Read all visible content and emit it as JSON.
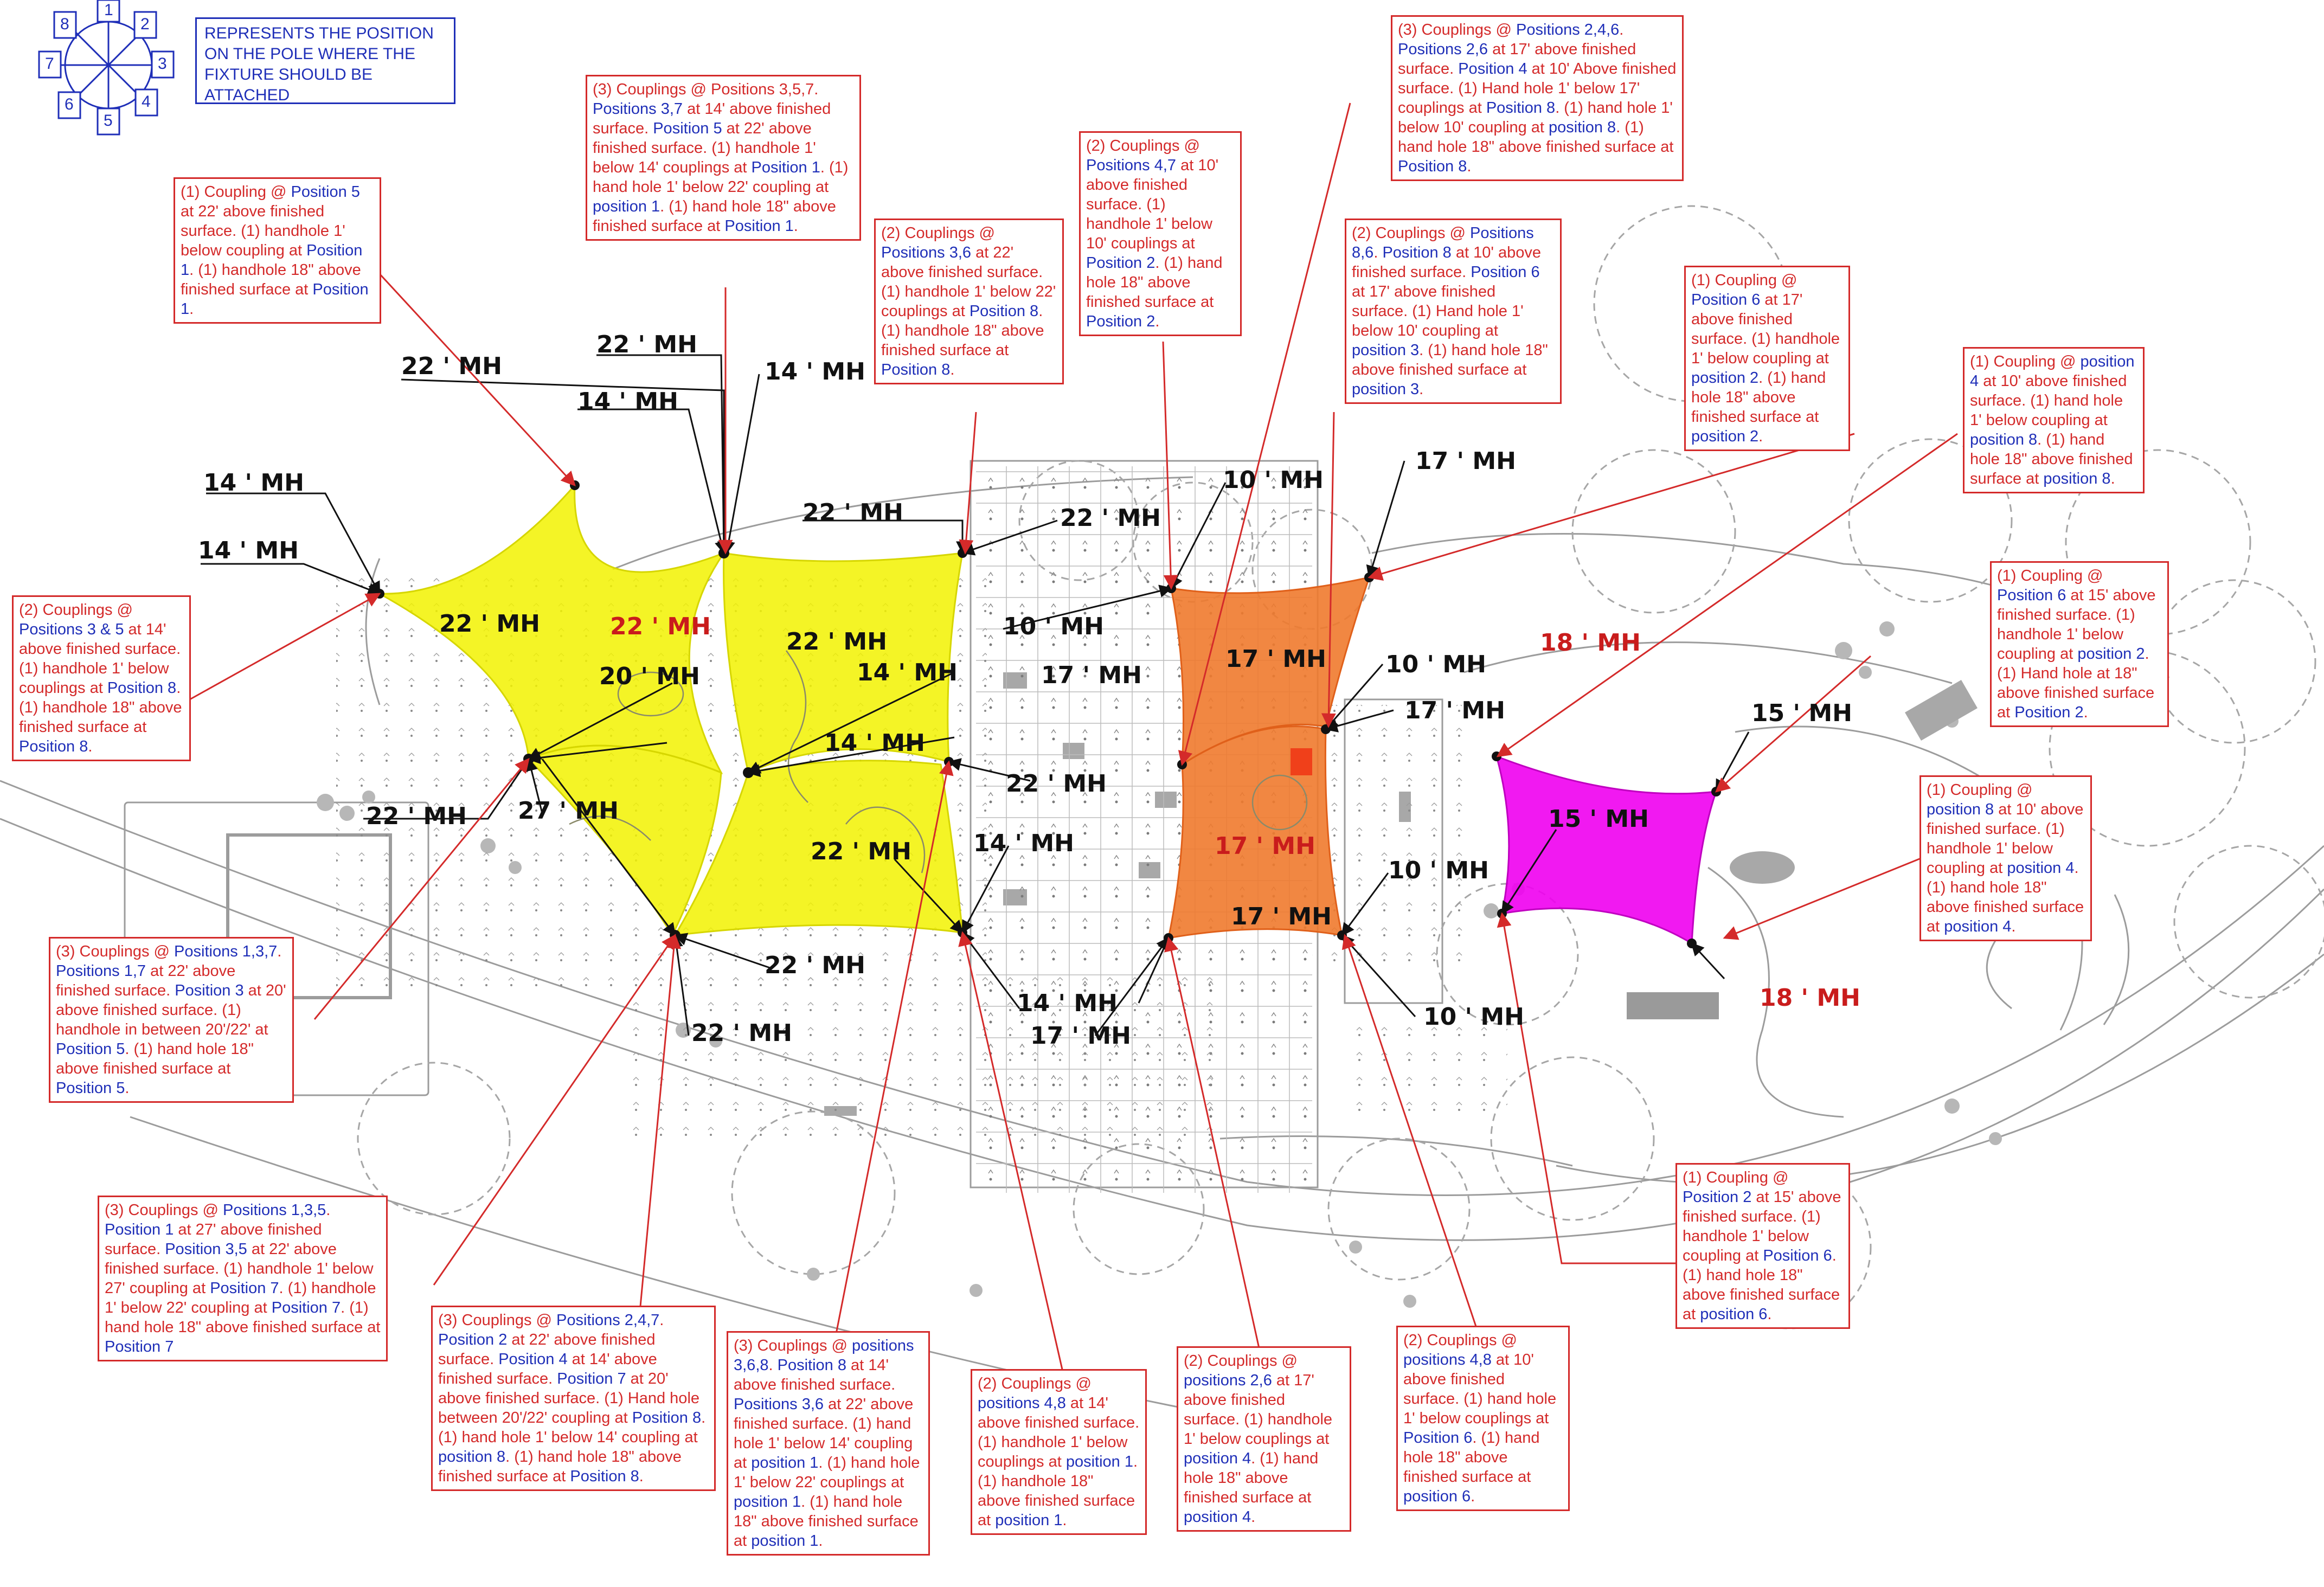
{
  "legend": {
    "text": "REPRESENTS THE POSITION ON THE POLE WHERE THE FIXTURE SHOULD BE ATTACHED",
    "positions": [
      "1",
      "2",
      "3",
      "4",
      "5",
      "6",
      "7",
      "8"
    ]
  },
  "colors": {
    "yellow_zone": "#f2f200",
    "orange_zone": "#f07a2e",
    "magenta_zone": "#f000f0",
    "note_red": "#d42a2a",
    "note_blue": "#1f2fb8"
  },
  "mh_labels": [
    {
      "text": "22 ' MH",
      "red": false
    },
    {
      "text": "22 ' MH",
      "red": false
    },
    {
      "text": "14 ' MH",
      "red": false
    },
    {
      "text": "14 ' MH",
      "red": false
    },
    {
      "text": "14 ' MH",
      "red": false
    },
    {
      "text": "14 ' MH",
      "red": false
    },
    {
      "text": "22 ' MH",
      "red": false
    },
    {
      "text": "22 ' MH",
      "red": true
    },
    {
      "text": "20 ' MH",
      "red": false
    },
    {
      "text": "22 ' MH",
      "red": false
    },
    {
      "text": "22 ' MH",
      "red": false
    },
    {
      "text": "14 ' MH",
      "red": false
    },
    {
      "text": "14 ' MH",
      "red": false
    },
    {
      "text": "22 ' MH",
      "red": false
    },
    {
      "text": "22 ' MH",
      "red": false
    },
    {
      "text": "27 ' MH",
      "red": false
    },
    {
      "text": "22 ' MH",
      "red": false
    },
    {
      "text": "22 ' MH",
      "red": false
    },
    {
      "text": "22 ' MH",
      "red": false
    },
    {
      "text": "22 ' MH",
      "red": false
    },
    {
      "text": "10 ' MH",
      "red": false
    },
    {
      "text": "17 ' MH",
      "red": false
    },
    {
      "text": "14 ' MH",
      "red": false
    },
    {
      "text": "14 ' MH",
      "red": false
    },
    {
      "text": "17 ' MH",
      "red": false
    },
    {
      "text": "10 ' MH",
      "red": false
    },
    {
      "text": "17 ' MH",
      "red": false
    },
    {
      "text": "17 ' MH",
      "red": false
    },
    {
      "text": "10 ' MH",
      "red": false
    },
    {
      "text": "17 ' MH",
      "red": false
    },
    {
      "text": "17 ' MH",
      "red": true
    },
    {
      "text": "17 ' MH",
      "red": false
    },
    {
      "text": "10 ' MH",
      "red": false
    },
    {
      "text": "10 ' MH",
      "red": false
    },
    {
      "text": "18 ' MH",
      "red": true
    },
    {
      "text": "15 ' MH",
      "red": false
    },
    {
      "text": "15 ' MH",
      "red": false
    },
    {
      "text": "18 ' MH",
      "red": true
    }
  ],
  "notes": [
    [
      {
        "t": "(1) Coupling @ ",
        "c": "r"
      },
      {
        "t": "Position 5",
        "c": "b"
      },
      {
        "t": " at 22' above finished surface. (1) handhole 1' below coupling at ",
        "c": "r"
      },
      {
        "t": "Position 1",
        "c": "b"
      },
      {
        "t": ". (1) handhole 18\" above finished surface at ",
        "c": "r"
      },
      {
        "t": "Position 1",
        "c": "b"
      },
      {
        "t": ".",
        "c": "r"
      }
    ],
    [
      {
        "t": "(3) Couplings @ Positions 3,5,7. ",
        "c": "r"
      },
      {
        "t": "Positions 3,7",
        "c": "b"
      },
      {
        "t": " at 14' above finished surface. ",
        "c": "r"
      },
      {
        "t": "Position 5",
        "c": "b"
      },
      {
        "t": " at 22' above finished surface. (1) handhole 1' below 14' couplings at ",
        "c": "r"
      },
      {
        "t": "Position 1",
        "c": "b"
      },
      {
        "t": ". (1) hand hole 1' below 22' coupling at ",
        "c": "r"
      },
      {
        "t": "position 1",
        "c": "b"
      },
      {
        "t": ". (1) hand hole 18\" above finished surface at ",
        "c": "r"
      },
      {
        "t": "Position 1",
        "c": "b"
      },
      {
        "t": ".",
        "c": "r"
      }
    ],
    [
      {
        "t": "(2) Couplings @ ",
        "c": "r"
      },
      {
        "t": "Positions 3,6",
        "c": "b"
      },
      {
        "t": " at 22' above finished surface. (1) handhole 1' below 22' couplings at ",
        "c": "r"
      },
      {
        "t": "Position 8",
        "c": "b"
      },
      {
        "t": ". (1) handhole 18\" above finished surface at ",
        "c": "r"
      },
      {
        "t": "Position 8",
        "c": "b"
      },
      {
        "t": ".",
        "c": "r"
      }
    ],
    [
      {
        "t": "(2) Couplings @ ",
        "c": "r"
      },
      {
        "t": "Positions 4,7",
        "c": "b"
      },
      {
        "t": " at 10' above finished surface. (1) handhole 1' below 10' couplings at ",
        "c": "r"
      },
      {
        "t": "Position 2",
        "c": "b"
      },
      {
        "t": ". (1) hand hole 18\" above finished surface at ",
        "c": "r"
      },
      {
        "t": "Position 2",
        "c": "b"
      },
      {
        "t": ".",
        "c": "r"
      }
    ],
    [
      {
        "t": "(3) Couplings @ ",
        "c": "r"
      },
      {
        "t": "Positions 2,4,6",
        "c": "b"
      },
      {
        "t": ". ",
        "c": "r"
      },
      {
        "t": "Positions 2,6",
        "c": "b"
      },
      {
        "t": " at 17' above finished surface. ",
        "c": "r"
      },
      {
        "t": "Position 4",
        "c": "b"
      },
      {
        "t": " at 10' Above finished surface. (1) Hand hole 1' below 17' couplings at ",
        "c": "r"
      },
      {
        "t": "Position 8",
        "c": "b"
      },
      {
        "t": ". (1) hand hole 1' below 10' coupling at ",
        "c": "r"
      },
      {
        "t": "position 8",
        "c": "b"
      },
      {
        "t": ". (1) hand hole 18\" above finished surface at ",
        "c": "r"
      },
      {
        "t": "Position 8",
        "c": "b"
      },
      {
        "t": ".",
        "c": "r"
      }
    ],
    [
      {
        "t": "(2) Couplings @ ",
        "c": "r"
      },
      {
        "t": "Positions 8,6",
        "c": "b"
      },
      {
        "t": ". ",
        "c": "r"
      },
      {
        "t": "Position 8",
        "c": "b"
      },
      {
        "t": " at 10' above finished surface. ",
        "c": "r"
      },
      {
        "t": "Position 6",
        "c": "b"
      },
      {
        "t": " at 17' above finished surface. (1) Hand hole 1' below 10' coupling at ",
        "c": "r"
      },
      {
        "t": "position 3",
        "c": "b"
      },
      {
        "t": ". (1) hand hole 18\" above finished surface at ",
        "c": "r"
      },
      {
        "t": "position 3",
        "c": "b"
      },
      {
        "t": ".",
        "c": "r"
      }
    ],
    [
      {
        "t": "(1) Coupling @ ",
        "c": "r"
      },
      {
        "t": "Position 6",
        "c": "b"
      },
      {
        "t": " at 17' above finished surface. (1) handhole 1' below coupling at ",
        "c": "r"
      },
      {
        "t": "position 2",
        "c": "b"
      },
      {
        "t": ". (1) hand hole 18\" above finished surface at ",
        "c": "r"
      },
      {
        "t": "position 2",
        "c": "b"
      },
      {
        "t": ".",
        "c": "r"
      }
    ],
    [
      {
        "t": "(1) Coupling @ ",
        "c": "r"
      },
      {
        "t": "position 4",
        "c": "b"
      },
      {
        "t": " at 10' above finished surface. (1) hand hole 1' below coupling at ",
        "c": "r"
      },
      {
        "t": "position 8",
        "c": "b"
      },
      {
        "t": ". (1) hand hole 18\" above finished surface at ",
        "c": "r"
      },
      {
        "t": "position 8",
        "c": "b"
      },
      {
        "t": ".",
        "c": "r"
      }
    ],
    [
      {
        "t": "(2) Couplings @ ",
        "c": "r"
      },
      {
        "t": "Positions 3 & 5",
        "c": "b"
      },
      {
        "t": " at 14' above finished surface. (1) handhole 1' below couplings at ",
        "c": "r"
      },
      {
        "t": "Position 8",
        "c": "b"
      },
      {
        "t": ". (1) handhole 18\" above finished surface at ",
        "c": "r"
      },
      {
        "t": "Position 8",
        "c": "b"
      },
      {
        "t": ".",
        "c": "r"
      }
    ],
    [
      {
        "t": "(1) Coupling @ ",
        "c": "r"
      },
      {
        "t": "Position 6",
        "c": "b"
      },
      {
        "t": " at 15' above finished surface. (1) handhole 1' below coupling at ",
        "c": "r"
      },
      {
        "t": "position 2",
        "c": "b"
      },
      {
        "t": ". (1) Hand hole at 18\" above finished surface at ",
        "c": "r"
      },
      {
        "t": "Position 2",
        "c": "b"
      },
      {
        "t": ".",
        "c": "r"
      }
    ],
    [
      {
        "t": "(1) Coupling @ ",
        "c": "r"
      },
      {
        "t": "position 8",
        "c": "b"
      },
      {
        "t": " at 10' above finished surface. (1) handhole 1' below coupling at ",
        "c": "r"
      },
      {
        "t": "position 4",
        "c": "b"
      },
      {
        "t": ". (1) hand hole 18\" above finished surface at ",
        "c": "r"
      },
      {
        "t": "position 4",
        "c": "b"
      },
      {
        "t": ".",
        "c": "r"
      }
    ],
    [
      {
        "t": "(3) Couplings @ ",
        "c": "r"
      },
      {
        "t": "Positions 1,3,7",
        "c": "b"
      },
      {
        "t": ". ",
        "c": "r"
      },
      {
        "t": "Positions 1,7",
        "c": "b"
      },
      {
        "t": " at 22' above finished surface. ",
        "c": "r"
      },
      {
        "t": "Position 3",
        "c": "b"
      },
      {
        "t": " at 20' above finished surface. (1) handhole in between 20'/22' at ",
        "c": "r"
      },
      {
        "t": "Position 5",
        "c": "b"
      },
      {
        "t": ". (1) hand hole 18\" above finished surface at ",
        "c": "r"
      },
      {
        "t": "Position 5",
        "c": "b"
      },
      {
        "t": ".",
        "c": "r"
      }
    ],
    [
      {
        "t": "(3) Couplings @ ",
        "c": "r"
      },
      {
        "t": "Positions 1,3,5",
        "c": "b"
      },
      {
        "t": ". ",
        "c": "r"
      },
      {
        "t": "Position 1",
        "c": "b"
      },
      {
        "t": " at 27' above finished surface. ",
        "c": "r"
      },
      {
        "t": "Position 3,5",
        "c": "b"
      },
      {
        "t": " at 22' above finished surface. (1) handhole 1' below 27' coupling at ",
        "c": "r"
      },
      {
        "t": "Position 7",
        "c": "b"
      },
      {
        "t": ". (1) handhole 1' below 22' coupling at ",
        "c": "r"
      },
      {
        "t": "Position 7",
        "c": "b"
      },
      {
        "t": ". (1) hand hole 18\" above finished surface at ",
        "c": "r"
      },
      {
        "t": "Position 7",
        "c": "b"
      }
    ],
    [
      {
        "t": "(3) Couplings @ ",
        "c": "r"
      },
      {
        "t": "Positions 2,4,7",
        "c": "b"
      },
      {
        "t": ". ",
        "c": "r"
      },
      {
        "t": "Position 2",
        "c": "b"
      },
      {
        "t": " at 22' above finished surface. ",
        "c": "r"
      },
      {
        "t": "Position 4",
        "c": "b"
      },
      {
        "t": " at 14' above finished surface. ",
        "c": "r"
      },
      {
        "t": "Position 7",
        "c": "b"
      },
      {
        "t": " at 20' above finished surface. (1) Hand hole between 20'/22' coupling at ",
        "c": "r"
      },
      {
        "t": "Position 8",
        "c": "b"
      },
      {
        "t": ". (1) hand hole 1' below 14' coupling at ",
        "c": "r"
      },
      {
        "t": "position 8",
        "c": "b"
      },
      {
        "t": ". (1) hand hole 18\" above finished surface at ",
        "c": "r"
      },
      {
        "t": "Position 8",
        "c": "b"
      },
      {
        "t": ".",
        "c": "r"
      }
    ],
    [
      {
        "t": "(3) Couplings @ ",
        "c": "r"
      },
      {
        "t": "positions 3,6,8",
        "c": "b"
      },
      {
        "t": ". ",
        "c": "r"
      },
      {
        "t": "Position 8",
        "c": "b"
      },
      {
        "t": " at 14' above finished surface. ",
        "c": "r"
      },
      {
        "t": "Positions 3,6",
        "c": "b"
      },
      {
        "t": " at 22' above finished surface. (1) hand hole 1' below 14' coupling at ",
        "c": "r"
      },
      {
        "t": "position 1",
        "c": "b"
      },
      {
        "t": ". (1) hand hole 1' below 22' couplings at ",
        "c": "r"
      },
      {
        "t": "position 1",
        "c": "b"
      },
      {
        "t": ". (1) hand hole 18\" above finished surface at ",
        "c": "r"
      },
      {
        "t": "position 1",
        "c": "b"
      },
      {
        "t": ".",
        "c": "r"
      }
    ],
    [
      {
        "t": "(2) Couplings @ ",
        "c": "r"
      },
      {
        "t": "positions 4,8",
        "c": "b"
      },
      {
        "t": " at 14' above finished surface. (1) handhole 1' below couplings at ",
        "c": "r"
      },
      {
        "t": "position 1",
        "c": "b"
      },
      {
        "t": ". (1) handhole 18\" above finished surface at ",
        "c": "r"
      },
      {
        "t": "position 1",
        "c": "b"
      },
      {
        "t": ".",
        "c": "r"
      }
    ],
    [
      {
        "t": "(2) Couplings @ ",
        "c": "r"
      },
      {
        "t": "positions 2,6",
        "c": "b"
      },
      {
        "t": " at 17' above finished surface. (1) handhole 1' below couplings at ",
        "c": "r"
      },
      {
        "t": "position 4",
        "c": "b"
      },
      {
        "t": ". (1) hand hole 18\" above finished surface at ",
        "c": "r"
      },
      {
        "t": "position 4",
        "c": "b"
      },
      {
        "t": ".",
        "c": "r"
      }
    ],
    [
      {
        "t": "(2) Couplings @ ",
        "c": "r"
      },
      {
        "t": "positions 4,8",
        "c": "b"
      },
      {
        "t": " at 10' above finished surface. (1) hand hole 1' below couplings at ",
        "c": "r"
      },
      {
        "t": "Position 6",
        "c": "b"
      },
      {
        "t": ". (1) hand hole 18\" above finished surface at ",
        "c": "r"
      },
      {
        "t": "position 6",
        "c": "b"
      },
      {
        "t": ".",
        "c": "r"
      }
    ],
    [
      {
        "t": "(1) Coupling @ ",
        "c": "r"
      },
      {
        "t": "Position 2",
        "c": "b"
      },
      {
        "t": " at 15' above finished surface. (1) handhole 1' below coupling at ",
        "c": "r"
      },
      {
        "t": "Position 6",
        "c": "b"
      },
      {
        "t": ". (1) hand hole 18\" above finished surface at ",
        "c": "r"
      },
      {
        "t": "position 6",
        "c": "b"
      },
      {
        "t": ".",
        "c": "r"
      }
    ]
  ]
}
